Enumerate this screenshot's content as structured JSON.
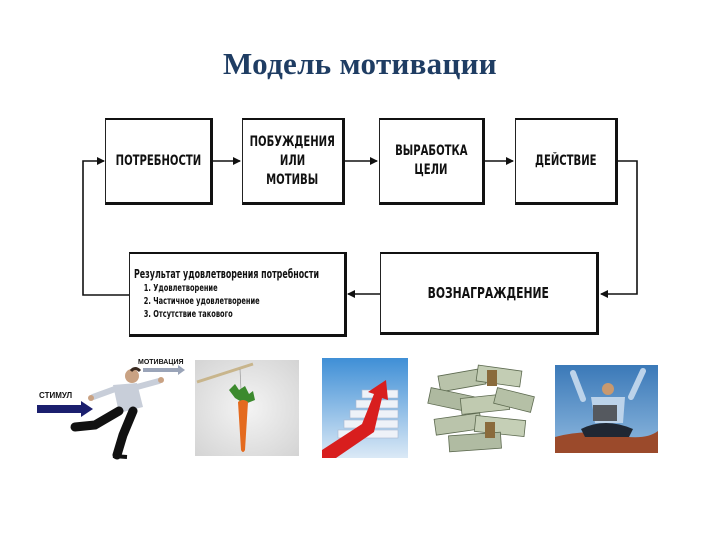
{
  "slide": {
    "title": "Модель мотивации"
  },
  "diagram": {
    "top_row": [
      {
        "id": "needs",
        "label": "Потребности"
      },
      {
        "id": "motives",
        "lines": [
          "Побуждения",
          "или",
          "мотивы"
        ]
      },
      {
        "id": "goal",
        "lines": [
          "Выработка",
          "цели"
        ]
      },
      {
        "id": "action",
        "label": "Действие"
      }
    ],
    "bottom_row": [
      {
        "id": "result",
        "heading": "Результат удовлетворения потребности",
        "items": [
          "1. Удовлетворение",
          "2. Частичное удовлетворение",
          "3. Отсутствие такового"
        ]
      },
      {
        "id": "reward",
        "label": "Вознаграждение"
      }
    ],
    "flow": [
      "needs → motives",
      "motives → goal",
      "goal → action",
      "action → reward",
      "reward → result",
      "result → needs"
    ]
  },
  "images": [
    {
      "id": "runner",
      "description": "running man",
      "labels": {
        "stimulus": "СТИМУЛ",
        "motivation": "МОТИВАЦИЯ"
      },
      "colors": {
        "stimulus_arrow": "#1b1f6e",
        "motivation_arrow": "#9aa4b8"
      }
    },
    {
      "id": "carrot",
      "description": "carrot on a stick"
    },
    {
      "id": "stairs",
      "description": "red carpet up stairs with arrow"
    },
    {
      "id": "money",
      "description": "stacks of dollar bills"
    },
    {
      "id": "success",
      "description": "man with laptop raising arms"
    }
  ],
  "colors": {
    "title": "#1f3d63",
    "box_border": "#111111",
    "lines": "#111111"
  }
}
